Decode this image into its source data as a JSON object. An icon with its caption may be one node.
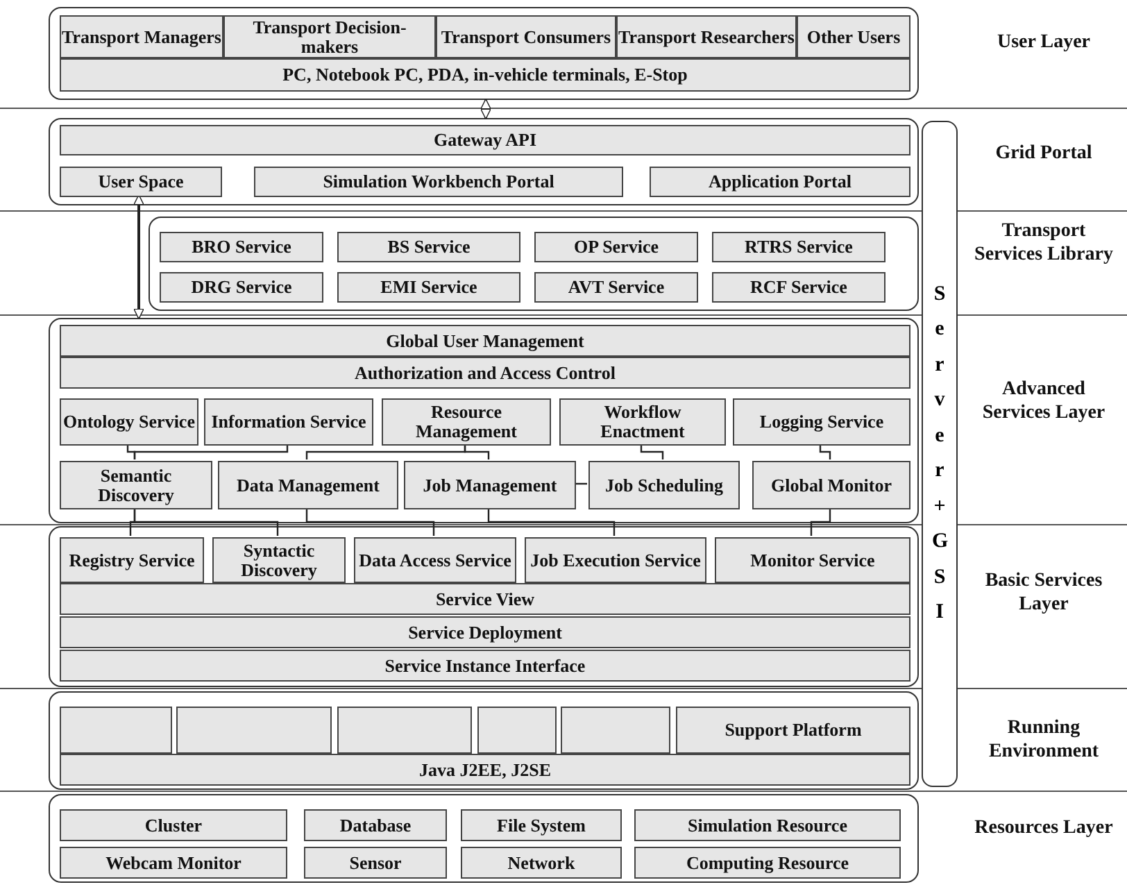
{
  "diagram": {
    "nodes": [
      {
        "text": [],
        "shape": "box"
      },
      {
        "text": [
          "Transport Managers"
        ],
        "in": 0
      },
      {
        "text": [
          "Transport Decision-makers"
        ],
        "in": 0
      },
      {
        "text": [
          "Transport Consumers"
        ],
        "in": 0
      },
      {
        "text": [
          "Transport Researchers"
        ],
        "in": 0
      },
      {
        "text": [
          "Other Users"
        ],
        "in": 0
      },
      {
        "text": [
          "PC, Notebook PC, PDA, in-vehicle terminals, E-Stop"
        ],
        "in": 0
      },
      {
        "text": [],
        "shape": "box"
      },
      {
        "text": [
          "Gateway API"
        ],
        "in": 7
      },
      {
        "text": [
          "User Space"
        ],
        "in": 7
      },
      {
        "text": [
          "Simulation Workbench Portal"
        ],
        "in": 7
      },
      {
        "text": [
          "Application Portal"
        ],
        "in": 7
      },
      {
        "text": [],
        "shape": "box"
      },
      {
        "text": [
          "BRO Service"
        ],
        "in": 12
      },
      {
        "text": [
          "BS Service"
        ],
        "in": 12
      },
      {
        "text": [
          "OP Service"
        ],
        "in": 12
      },
      {
        "text": [
          "RTRS Service"
        ],
        "in": 12
      },
      {
        "text": [
          "DRG Service"
        ],
        "in": 12
      },
      {
        "text": [
          "EMI Service"
        ],
        "in": 12
      },
      {
        "text": [
          "AVT Service"
        ],
        "in": 12
      },
      {
        "text": [
          "RCF Service"
        ],
        "in": 12
      },
      {
        "text": [],
        "shape": "box"
      },
      {
        "text": [
          "Global User Management"
        ],
        "in": 21
      },
      {
        "text": [
          "Authorization and Access Control"
        ],
        "in": 21
      },
      {
        "text": [
          "Ontology Service"
        ],
        "in": 21
      },
      {
        "text": [
          "Information Service"
        ],
        "in": 21
      },
      {
        "text": [
          "Resource Management"
        ],
        "in": 21
      },
      {
        "text": [
          "Workflow Enactment"
        ],
        "in": 21
      },
      {
        "text": [
          "Logging Service"
        ],
        "in": 21
      },
      {
        "text": [
          "Semantic Discovery"
        ],
        "in": 21
      },
      {
        "text": [
          "Data Management"
        ],
        "in": 21
      },
      {
        "text": [
          "Job Management"
        ],
        "in": 21
      },
      {
        "text": [
          "Job Scheduling"
        ],
        "in": 21
      },
      {
        "text": [
          "Global Monitor"
        ],
        "in": 21
      },
      {
        "text": [],
        "shape": "box"
      },
      {
        "text": [
          "Registry Service"
        ],
        "in": 34
      },
      {
        "text": [
          "Syntactic Discovery"
        ],
        "in": 34
      },
      {
        "text": [
          "Data Access Service"
        ],
        "in": 34
      },
      {
        "text": [
          "Job Execution Service"
        ],
        "in": 34
      },
      {
        "text": [
          "Monitor Service"
        ],
        "in": 34
      },
      {
        "text": [
          "Service View"
        ],
        "in": 34
      },
      {
        "text": [
          "Service Deployment"
        ],
        "in": 34
      },
      {
        "text": [
          "Service Instance Interface"
        ],
        "in": 34
      },
      {
        "text": [],
        "shape": "box"
      },
      {
        "text": [],
        "shape": "box",
        "in": 43
      },
      {
        "text": [],
        "shape": "box",
        "in": 43
      },
      {
        "text": [],
        "shape": "box",
        "in": 43
      },
      {
        "text": [],
        "shape": "box",
        "in": 43
      },
      {
        "text": [],
        "shape": "box",
        "in": 43
      },
      {
        "text": [
          "Support Platform"
        ],
        "in": 43
      },
      {
        "text": [
          "Java J2EE, J2SE"
        ],
        "in": 43
      },
      {
        "text": [],
        "shape": "box"
      },
      {
        "text": [
          "Cluster"
        ],
        "in": 51
      },
      {
        "text": [
          "Database"
        ],
        "in": 51
      },
      {
        "text": [
          "File System"
        ],
        "in": 51
      },
      {
        "text": [
          "Simulation Resource"
        ],
        "in": 51
      },
      {
        "text": [
          "Webcam Monitor"
        ],
        "in": 51
      },
      {
        "text": [
          "Sensor"
        ],
        "in": 51
      },
      {
        "text": [
          "Network"
        ],
        "in": 51
      },
      {
        "text": [
          "Computing Resource"
        ],
        "in": 51
      },
      {
        "text": [
          "Server+GSI"
        ]
      }
    ],
    "edges": [
      {
        "from": 0,
        "to": 7,
        "arrow": "both"
      },
      {
        "from": 9,
        "to": 21,
        "arrow": "both"
      },
      {
        "from": 24,
        "to": 29,
        "arrow": "none"
      },
      {
        "from": 25,
        "to": 29,
        "arrow": "none"
      },
      {
        "from": 26,
        "to": 30,
        "arrow": "none"
      },
      {
        "from": 26,
        "to": 31,
        "arrow": "none"
      },
      {
        "from": 27,
        "to": 32,
        "arrow": "none"
      },
      {
        "from": 28,
        "to": 33,
        "arrow": "none"
      },
      {
        "from": 31,
        "to": 32,
        "arrow": "none"
      },
      {
        "from": 29,
        "to": 35,
        "arrow": "none"
      },
      {
        "from": 29,
        "to": 36,
        "arrow": "none"
      },
      {
        "from": 30,
        "to": 37,
        "arrow": "none"
      },
      {
        "from": 31,
        "to": 38,
        "arrow": "none"
      },
      {
        "from": 33,
        "to": 39,
        "arrow": "none"
      }
    ],
    "labels": [
      "User Layer",
      "Grid Portal",
      "Transport Services Library",
      "Advanced Services Layer",
      "Basic Services Layer",
      "Running Environment",
      "Resources Layer"
    ]
  }
}
